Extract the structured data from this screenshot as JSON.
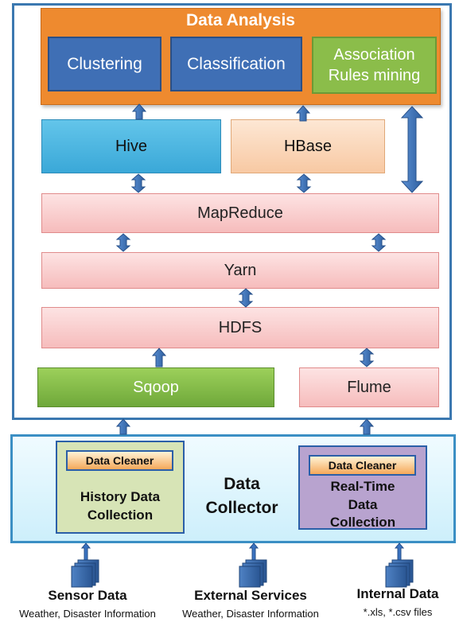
{
  "analysis": {
    "title": "Data Analysis",
    "clustering": "Clustering",
    "classification": "Classification",
    "association": "Association Rules mining"
  },
  "layers": {
    "hive": "Hive",
    "hbase": "HBase",
    "mapreduce": "MapReduce",
    "yarn": "Yarn",
    "hdfs": "HDFS",
    "sqoop": "Sqoop",
    "flume": "Flume"
  },
  "collector": {
    "title": "Data Collector",
    "history": {
      "cleaner": "Data Cleaner",
      "label": "History Data Collection"
    },
    "realtime": {
      "cleaner": "Data Cleaner",
      "label": "Real-Time Data Collection"
    }
  },
  "sources": [
    {
      "title": "Sensor Data",
      "subtitle": "Weather,  Disaster Information"
    },
    {
      "title": "External Services",
      "subtitle": "Weather,  Disaster Information"
    },
    {
      "title": "Internal Data",
      "subtitle": "*.xls, *.csv files"
    }
  ]
}
